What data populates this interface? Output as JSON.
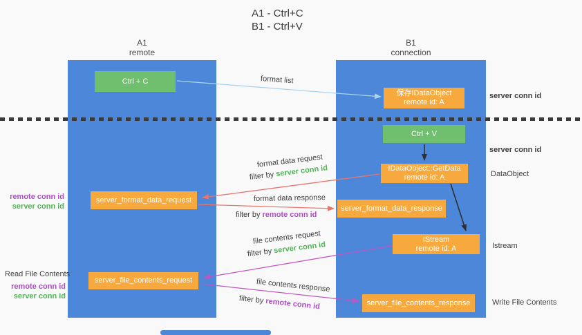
{
  "title": {
    "line1": "A1 - Ctrl+C",
    "line2": "B1 - Ctrl+V"
  },
  "lanes": [
    {
      "name": "A1",
      "role": "remote"
    },
    {
      "name": "B1",
      "role": "connection"
    }
  ],
  "nodes": {
    "ctrl_c": {
      "label": "Ctrl + C"
    },
    "save_idataobject": {
      "title": "保存IDataObject",
      "subtitle": "remote id: A"
    },
    "ctrl_v": {
      "label": "Ctrl + V"
    },
    "getdata": {
      "title": "IDataObject::GetData",
      "subtitle": "remote id: A"
    },
    "format_request": {
      "label": "server_format_data_request"
    },
    "format_response": {
      "label": "server_format_data_response"
    },
    "istream": {
      "title": "IStream",
      "subtitle": "remote id: A"
    },
    "file_request": {
      "label": "server_file_contents_request"
    },
    "file_response": {
      "label": "server_file_contents_response"
    }
  },
  "edges": [
    {
      "id": "format-list",
      "label": "format list",
      "color": "#aad4f0"
    },
    {
      "id": "ctrl-v-to-getdata",
      "color": "#2f2f2f"
    },
    {
      "id": "getdata-to-istream",
      "color": "#2f2f2f"
    },
    {
      "id": "format-data-request",
      "label": "format data request",
      "filter_prefix": "filter by",
      "filter_key": "server conn id",
      "color": "#e8766b"
    },
    {
      "id": "format-data-response",
      "label": "format data response",
      "filter_prefix": "filter by",
      "filter_key": "remote conn id",
      "color": "#e8766b"
    },
    {
      "id": "file-contents-request",
      "label": "file contents request",
      "filter_prefix": "filter by",
      "filter_key": "server conn id",
      "color": "#c057c0"
    },
    {
      "id": "file-contents-response",
      "label": "file contents response",
      "filter_prefix": "filter by",
      "filter_key": "remote conn id",
      "color": "#c057c0"
    }
  ],
  "annotations": {
    "right": [
      {
        "text": "server conn id"
      },
      {
        "text": "server conn id"
      },
      {
        "text": "DataObject"
      },
      {
        "text": "Istream"
      },
      {
        "text": "Write File Contents"
      }
    ],
    "left": {
      "conn_ids_1": {
        "remote": "remote conn id",
        "server": "server conn id"
      },
      "read_file_contents": "Read File Contents",
      "conn_ids_2": {
        "remote": "remote conn id",
        "server": "server conn id"
      }
    }
  },
  "colors": {
    "lane_blue": "#4d87d9",
    "green_box": "#6fbf6e",
    "orange_box": "#f8a93d",
    "green_text": "#4fb353",
    "purple_text": "#ad4fc4",
    "dark_text": "#3f3f3f",
    "background": "#f9f9f9"
  }
}
